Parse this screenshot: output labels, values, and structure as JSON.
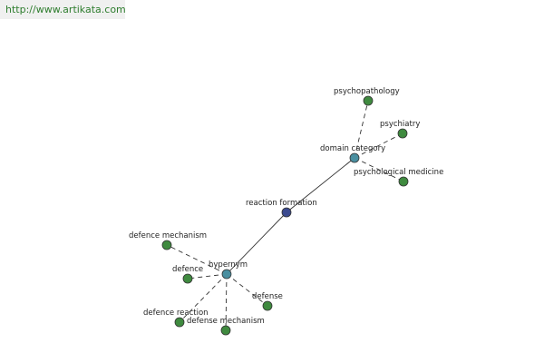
{
  "banner": {
    "url_text": "http://www.artikata.com"
  },
  "colors": {
    "root_node": "#3b4a8f",
    "relation_node": "#4a8fa0",
    "leaf_node": "#3f8a3f",
    "edge": "#333333"
  },
  "graph": {
    "nodes": [
      {
        "id": "reaction-formation",
        "label": "reaction formation",
        "kind": "root"
      },
      {
        "id": "domain-category",
        "label": "domain category",
        "kind": "relation"
      },
      {
        "id": "hypernym",
        "label": "hypernym",
        "kind": "relation"
      },
      {
        "id": "psychopathology",
        "label": "psychopathology",
        "kind": "leaf"
      },
      {
        "id": "psychiatry",
        "label": "psychiatry",
        "kind": "leaf"
      },
      {
        "id": "psychological-medicine",
        "label": "psychological medicine",
        "kind": "leaf"
      },
      {
        "id": "defence-mechanism",
        "label": "defence mechanism",
        "kind": "leaf"
      },
      {
        "id": "defence",
        "label": "defence",
        "kind": "leaf"
      },
      {
        "id": "defence-reaction",
        "label": "defence reaction",
        "kind": "leaf"
      },
      {
        "id": "defense-mechanism",
        "label": "defense mechanism",
        "kind": "leaf"
      },
      {
        "id": "defense",
        "label": "defense",
        "kind": "leaf"
      }
    ],
    "edges": [
      {
        "from": "reaction-formation",
        "to": "domain-category",
        "style": "solid"
      },
      {
        "from": "reaction-formation",
        "to": "hypernym",
        "style": "solid"
      },
      {
        "from": "domain-category",
        "to": "psychopathology",
        "style": "dashed"
      },
      {
        "from": "domain-category",
        "to": "psychiatry",
        "style": "dashed"
      },
      {
        "from": "domain-category",
        "to": "psychological-medicine",
        "style": "dashed"
      },
      {
        "from": "hypernym",
        "to": "defence-mechanism",
        "style": "dashed"
      },
      {
        "from": "hypernym",
        "to": "defence",
        "style": "dashed"
      },
      {
        "from": "hypernym",
        "to": "defence-reaction",
        "style": "dashed"
      },
      {
        "from": "hypernym",
        "to": "defense-mechanism",
        "style": "dashed"
      },
      {
        "from": "hypernym",
        "to": "defense",
        "style": "dashed"
      }
    ]
  }
}
